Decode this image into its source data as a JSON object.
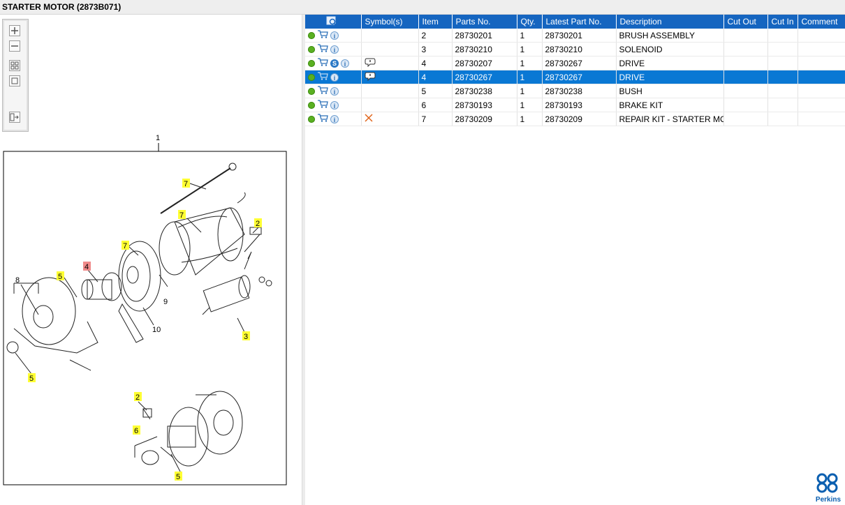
{
  "window": {
    "title": "STARTER MOTOR (2873B071)"
  },
  "toolbar": {
    "zoom_in": "zoom-in-icon",
    "zoom_out": "zoom-out-icon",
    "fit": "fit-all-icon",
    "actual": "actual-size-icon",
    "layout": "layout-toggle-icon"
  },
  "diagram": {
    "assembly_label": "1",
    "callouts": [
      "7",
      "7",
      "2",
      "7",
      "4",
      "5",
      "8",
      "9",
      "10",
      "3",
      "5",
      "2",
      "6",
      "5"
    ]
  },
  "grid": {
    "columns": [
      "",
      "Symbol(s)",
      "Item",
      "Parts No.",
      "Qty.",
      "Latest Part No.",
      "Description",
      "Cut Out",
      "Cut In",
      "Comment"
    ],
    "rows": [
      {
        "item": "2",
        "part": "28730201",
        "qty": "1",
        "latest": "28730201",
        "desc": "BRUSH ASSEMBLY",
        "cut_out": "",
        "cut_in": "",
        "comment": ""
      },
      {
        "item": "3",
        "part": "28730210",
        "qty": "1",
        "latest": "28730210",
        "desc": "SOLENOID",
        "cut_out": "",
        "cut_in": "",
        "comment": ""
      },
      {
        "item": "4",
        "part": "28730207",
        "qty": "1",
        "latest": "28730267",
        "desc": "DRIVE",
        "cut_out": "",
        "cut_in": "",
        "comment": ""
      },
      {
        "item": "4",
        "part": "28730267",
        "qty": "1",
        "latest": "28730267",
        "desc": "DRIVE",
        "cut_out": "",
        "cut_in": "",
        "comment": ""
      },
      {
        "item": "5",
        "part": "28730238",
        "qty": "1",
        "latest": "28730238",
        "desc": "BUSH",
        "cut_out": "",
        "cut_in": "",
        "comment": ""
      },
      {
        "item": "6",
        "part": "28730193",
        "qty": "1",
        "latest": "28730193",
        "desc": "BRAKE KIT",
        "cut_out": "",
        "cut_in": "",
        "comment": ""
      },
      {
        "item": "7",
        "part": "28730209",
        "qty": "1",
        "latest": "28730209",
        "desc": "REPAIR KIT - STARTER MOTOR",
        "cut_out": "",
        "cut_in": "",
        "comment": ""
      }
    ],
    "selected_row": 3,
    "service_letter": "S",
    "info_letter": "i"
  },
  "brand": {
    "name": "Perkins",
    "color": "#0b5fb0"
  },
  "colors": {
    "header": "#1565c0",
    "selected": "#0a78d4",
    "highlight": "#ffff33",
    "highlight_alt": "#f08a8a"
  }
}
